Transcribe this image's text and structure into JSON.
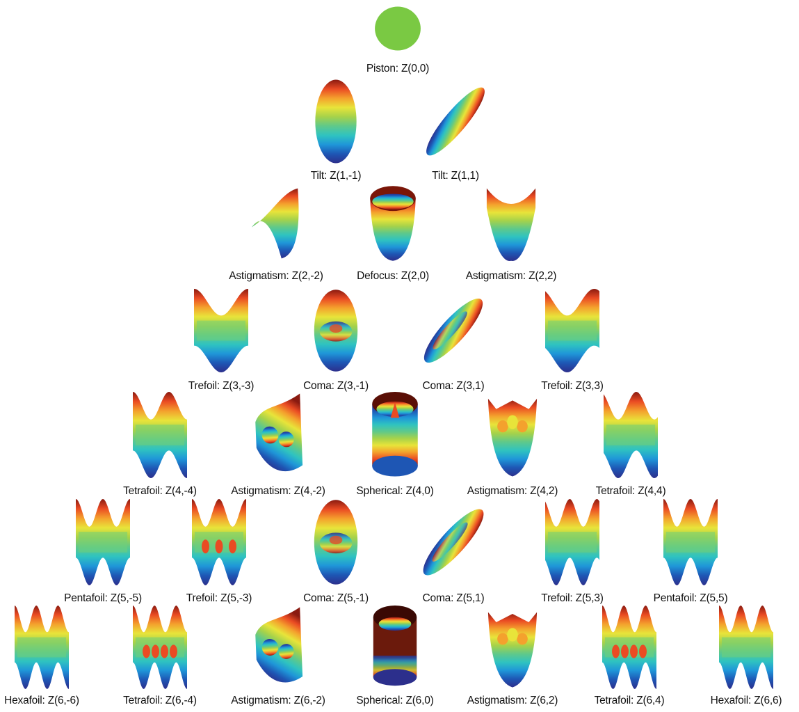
{
  "colors": {
    "piston": "#7ac943",
    "rainbow": [
      "#2c2f8c",
      "#1e56b4",
      "#1f96d8",
      "#2fc3c0",
      "#5fc98a",
      "#a6d24a",
      "#e8e43a",
      "#f4a12d",
      "#ea4b23",
      "#8a1a10"
    ]
  },
  "rows": [
    [
      {
        "label": "Piston: Z(0,0)",
        "shape": "disk"
      }
    ],
    [
      {
        "label": "Tilt: Z(1,-1)",
        "shape": "tilt-vertical"
      },
      {
        "label": "Tilt: Z(1,1)",
        "shape": "tilt-diagonal"
      }
    ],
    [
      {
        "label": "Astigmatism: Z(2,-2)",
        "shape": "saddle-twist"
      },
      {
        "label": "Defocus: Z(2,0)",
        "shape": "bowl"
      },
      {
        "label": "Astigmatism: Z(2,2)",
        "shape": "saddle"
      }
    ],
    [
      {
        "label": "Trefoil: Z(3,-3)",
        "shape": "wave-3"
      },
      {
        "label": "Coma: Z(3,-1)",
        "shape": "coma-vertical"
      },
      {
        "label": "Coma: Z(3,1)",
        "shape": "coma-diagonal"
      },
      {
        "label": "Trefoil: Z(3,3)",
        "shape": "wave-3-skew"
      }
    ],
    [
      {
        "label": "Tetrafoil: Z(4,-4)",
        "shape": "wave-4"
      },
      {
        "label": "Astigmatism: Z(4,-2)",
        "shape": "twist-4"
      },
      {
        "label": "Spherical: Z(4,0)",
        "shape": "cylinder-cone"
      },
      {
        "label": "Astigmatism: Z(4,2)",
        "shape": "bowl-bumps"
      },
      {
        "label": "Tetrafoil: Z(4,4)",
        "shape": "wave-4-skew"
      }
    ],
    [
      {
        "label": "Pentafoil: Z(5,-5)",
        "shape": "wave-5"
      },
      {
        "label": "Trefoil: Z(5,-3)",
        "shape": "wave-5-bumps"
      },
      {
        "label": "Coma: Z(5,-1)",
        "shape": "coma-vertical"
      },
      {
        "label": "Coma: Z(5,1)",
        "shape": "coma-diagonal"
      },
      {
        "label": "Trefoil: Z(5,3)",
        "shape": "wave-5-skew"
      },
      {
        "label": "Pentafoil: Z(5,5)",
        "shape": "wave-5"
      }
    ],
    [
      {
        "label": "Hexafoil: Z(6,-6)",
        "shape": "wave-6"
      },
      {
        "label": "Tetrafoil: Z(6,-4)",
        "shape": "wave-6-bumps"
      },
      {
        "label": "Astigmatism: Z(6,-2)",
        "shape": "twist-4"
      },
      {
        "label": "Spherical: Z(6,0)",
        "shape": "cylinder-dark"
      },
      {
        "label": "Astigmatism: Z(6,2)",
        "shape": "bowl-bumps"
      },
      {
        "label": "Tetrafoil: Z(6,4)",
        "shape": "wave-6-bumps"
      },
      {
        "label": "Hexafoil: Z(6,6)",
        "shape": "wave-6"
      }
    ]
  ]
}
